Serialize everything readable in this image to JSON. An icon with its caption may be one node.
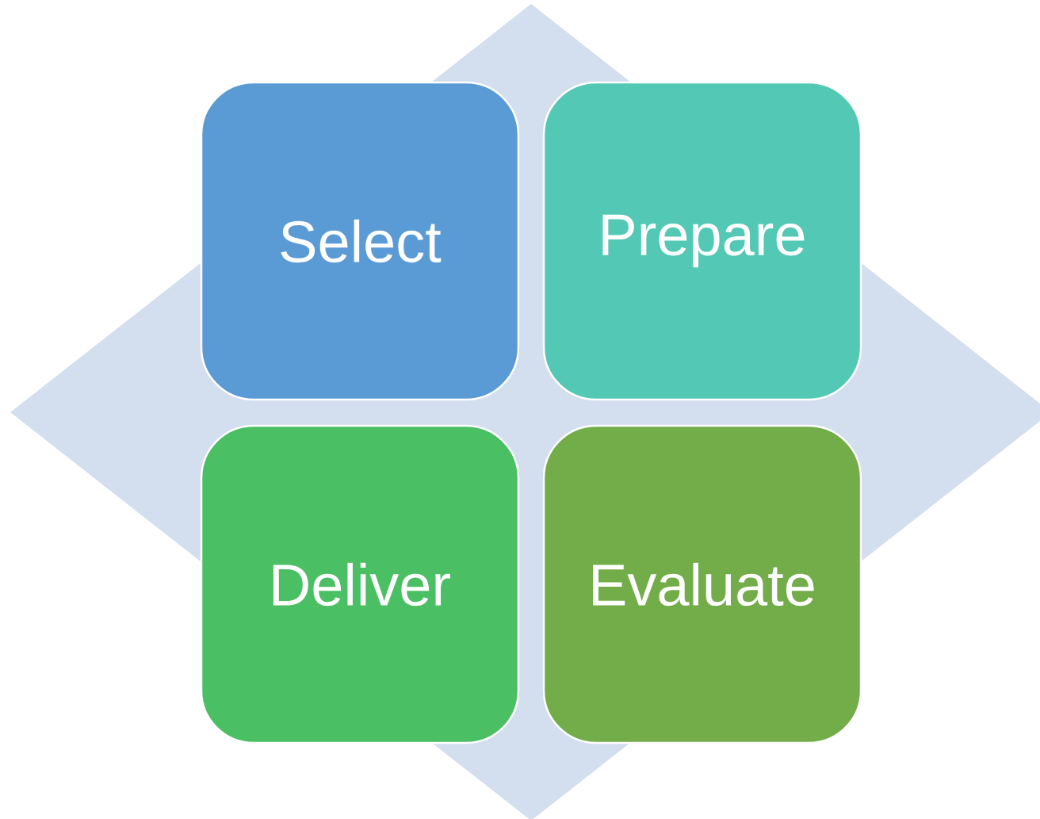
{
  "diagram": {
    "nodes": [
      {
        "text": [
          "Select"
        ]
      },
      {
        "text": [
          "Prepare"
        ]
      },
      {
        "text": [
          "Deliver"
        ]
      },
      {
        "text": [
          "Evaluate"
        ]
      }
    ]
  }
}
